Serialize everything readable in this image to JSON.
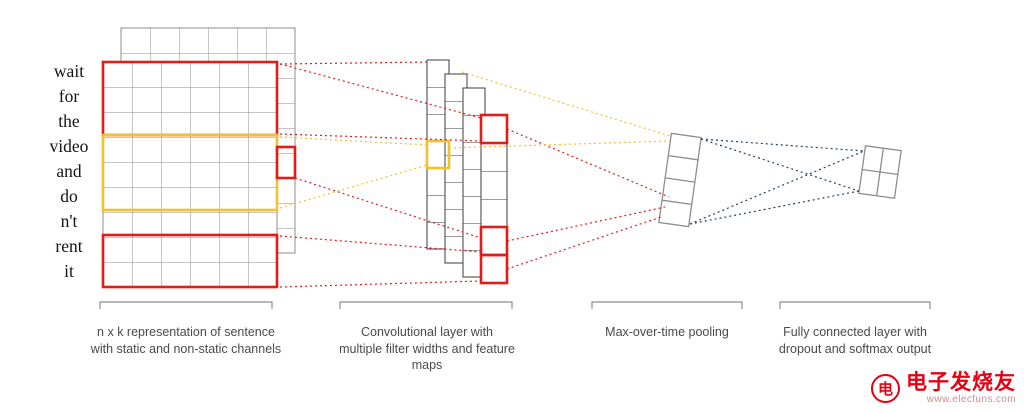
{
  "sentence": {
    "words": [
      "wait",
      "for",
      "the",
      "video",
      "and",
      "do",
      "n't",
      "rent",
      "it"
    ]
  },
  "captions": [
    "n x k representation of sentence with static and non-static channels",
    "Convolutional layer with multiple filter widths and feature maps",
    "Max-over-time pooling",
    "Fully connected layer with dropout and softmax output"
  ],
  "colors": {
    "highlight_red": "#e41c17",
    "highlight_yellow": "#f2c12e",
    "navy": "#274060",
    "grid_gray": "#8d8d8d",
    "strip_dark": "#3c3c3c",
    "caption_gray": "#4a4a4a",
    "watermark_red": "#e60012"
  },
  "icons": {
    "watermark_logo": "gear"
  },
  "watermark": {
    "brand": "电子发烧友",
    "url": "www.elecfuns.com"
  }
}
